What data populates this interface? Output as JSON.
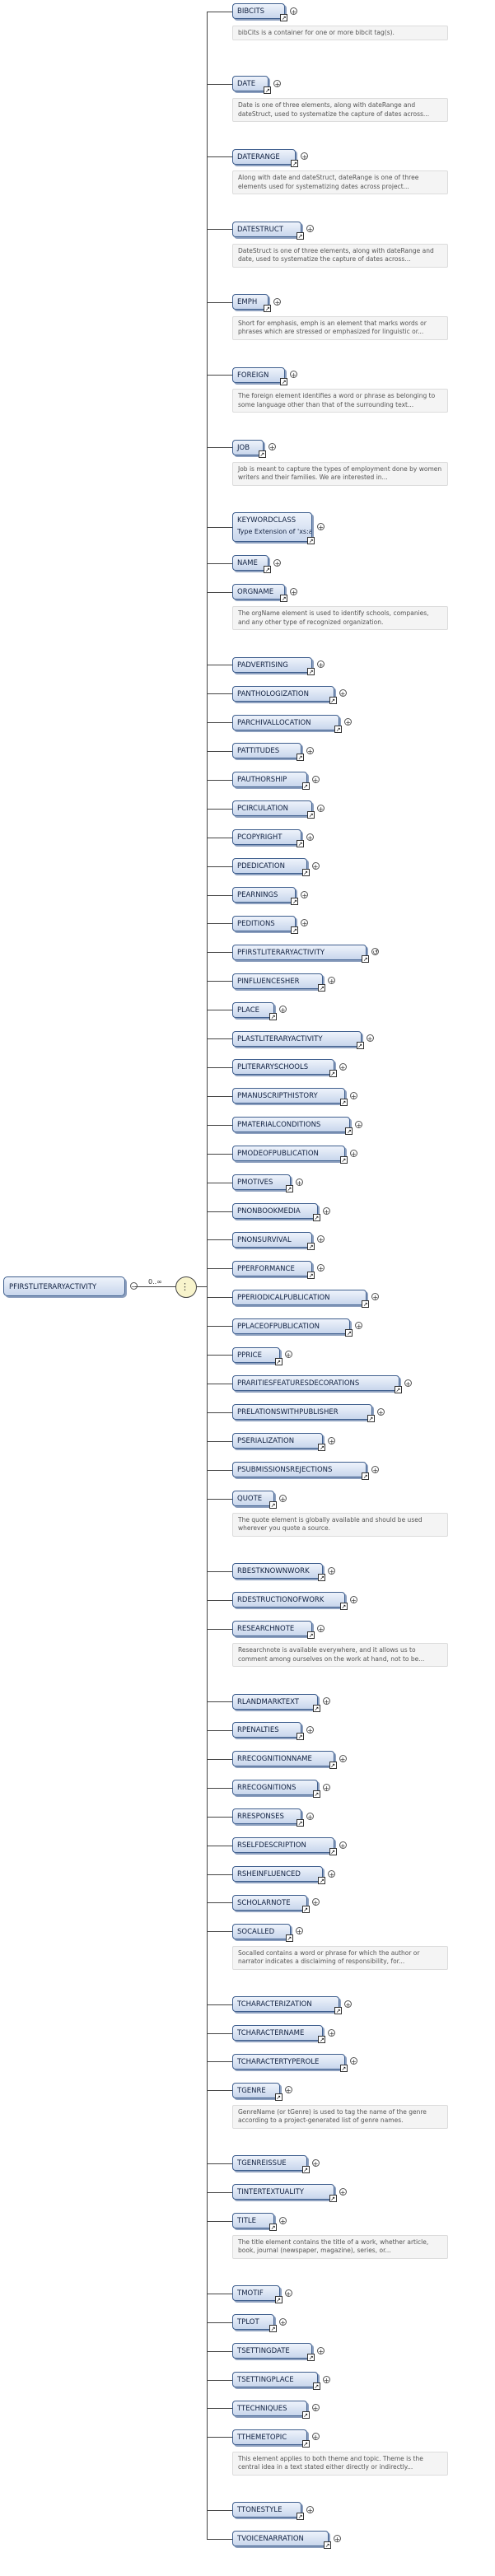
{
  "root": {
    "label": "PFIRSTLITERARYACTIVITY",
    "multiplicity": "0..∞"
  },
  "elements": [
    {
      "label": "BIBCITS",
      "doc": "bibCits is a container for one or more bibcit tag(s)."
    },
    {
      "label": "DATE",
      "doc": "Date is one of three elements, along with dateRange and dateStruct, used to systematize the capture of dates across..."
    },
    {
      "label": "DATERANGE",
      "doc": "Along with date and dateStruct, dateRange is one of three elements used for systematizing dates across project..."
    },
    {
      "label": "DATESTRUCT",
      "doc": "DateStruct is one of three elements, along with dateRange and date, used to systematize the capture of dates across..."
    },
    {
      "label": "EMPH",
      "doc": "Short for emphasis, emph is an element that marks words or phrases which are stressed or emphasized for linguistic or..."
    },
    {
      "label": "FOREIGN",
      "doc": "The foreign element identifies a word or phrase as belonging to some language other than that of the surrounding text..."
    },
    {
      "label": "JOB",
      "doc": "Job is meant to capture the types of employment done by women writers and their families. We are interested in..."
    },
    {
      "label": "KEYWORDCLASS",
      "type_line": "Type   Extension of 'xs:anyURI'",
      "attr": true
    },
    {
      "label": "NAME"
    },
    {
      "label": "ORGNAME",
      "doc": "The orgName element is used to identify schools, companies, and any other type of recognized organization."
    },
    {
      "label": "PADVERTISING"
    },
    {
      "label": "PANTHOLOGIZATION"
    },
    {
      "label": "PARCHIVALLOCATION"
    },
    {
      "label": "PATTITUDES"
    },
    {
      "label": "PAUTHORSHIP"
    },
    {
      "label": "PCIRCULATION"
    },
    {
      "label": "PCOPYRIGHT"
    },
    {
      "label": "PDEDICATION"
    },
    {
      "label": "PEARNINGS"
    },
    {
      "label": "PEDITIONS"
    },
    {
      "label": "PFIRSTLITERARYACTIVITY",
      "recursive": true
    },
    {
      "label": "PINFLUENCESHER"
    },
    {
      "label": "PLACE"
    },
    {
      "label": "PLASTLITERARYACTIVITY"
    },
    {
      "label": "PLITERARYSCHOOLS"
    },
    {
      "label": "PMANUSCRIPTHISTORY"
    },
    {
      "label": "PMATERIALCONDITIONS"
    },
    {
      "label": "PMODEOFPUBLICATION"
    },
    {
      "label": "PMOTIVES"
    },
    {
      "label": "PNONBOOKMEDIA"
    },
    {
      "label": "PNONSURVIVAL"
    },
    {
      "label": "PPERFORMANCE"
    },
    {
      "label": "PPERIODICALPUBLICATION"
    },
    {
      "label": "PPLACEOFPUBLICATION"
    },
    {
      "label": "PPRICE"
    },
    {
      "label": "PRARITIESFEATURESDECORATIONS"
    },
    {
      "label": "PRELATIONSWITHPUBLISHER"
    },
    {
      "label": "PSERIALIZATION"
    },
    {
      "label": "PSUBMISSIONSREJECTIONS"
    },
    {
      "label": "QUOTE",
      "doc": "The quote element is globally available and should be used wherever you quote a source."
    },
    {
      "label": "RBESTKNOWNWORK"
    },
    {
      "label": "RDESTRUCTIONOFWORK"
    },
    {
      "label": "RESEARCHNOTE",
      "doc": "Researchnote is available everywhere, and it allows us to comment among ourselves on the work at hand, not to be..."
    },
    {
      "label": "RLANDMARKTEXT"
    },
    {
      "label": "RPENALTIES"
    },
    {
      "label": "RRECOGNITIONNAME"
    },
    {
      "label": "RRECOGNITIONS"
    },
    {
      "label": "RRESPONSES"
    },
    {
      "label": "RSELFDESCRIPTION"
    },
    {
      "label": "RSHEINFLUENCED"
    },
    {
      "label": "SCHOLARNOTE"
    },
    {
      "label": "SOCALLED",
      "doc": "Socalled contains a word or phrase for which the author or narrator indicates a disclaiming of responsibility, for..."
    },
    {
      "label": "TCHARACTERIZATION"
    },
    {
      "label": "TCHARACTERNAME"
    },
    {
      "label": "TCHARACTERTYPEROLE"
    },
    {
      "label": "TGENRE",
      "doc": "GenreName (or tGenre) is used to tag the name of the genre according to a project-generated list of genre names."
    },
    {
      "label": "TGENREISSUE"
    },
    {
      "label": "TINTERTEXTUALITY"
    },
    {
      "label": "TITLE",
      "doc": "The title element contains the title of a work, whether article, book, journal (newspaper, magazine), series, or..."
    },
    {
      "label": "TMOTIF"
    },
    {
      "label": "TPLOT"
    },
    {
      "label": "TSETTINGDATE"
    },
    {
      "label": "TSETTINGPLACE"
    },
    {
      "label": "TTECHNIQUES"
    },
    {
      "label": "TTHEMETOPIC",
      "doc": "This element applies to both theme and topic. Theme is the central idea in a text stated either directly or indirectly..."
    },
    {
      "label": "TTONESTYLE"
    },
    {
      "label": "TVOICENARRATION"
    }
  ]
}
